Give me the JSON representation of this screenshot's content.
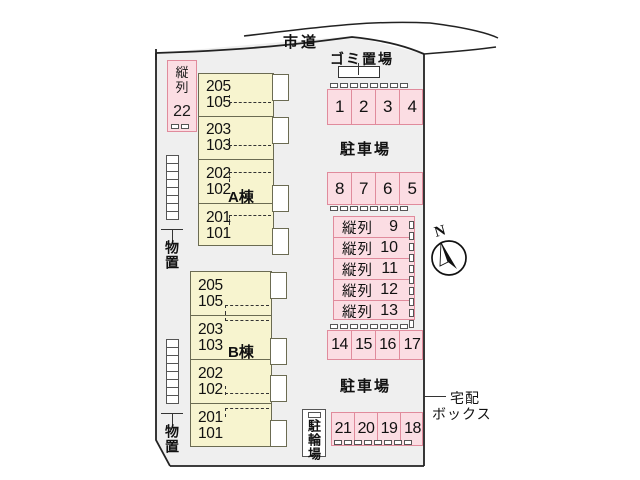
{
  "plan": {
    "title_road": "市道",
    "trash_area": "ゴミ置場",
    "compass_north": "N",
    "delivery_box": "宅配\nボックス",
    "delivery_box_line1": "宅配",
    "delivery_box_line2": "ボックス",
    "bike_parking": "駐輪場",
    "storage_label": "物置",
    "parking_label": "駐車場",
    "tandem_label": "縦列"
  },
  "buildings": [
    {
      "name": "A棟",
      "label": "A棟",
      "units": [
        {
          "upper": "205",
          "lower": "105"
        },
        {
          "upper": "203",
          "lower": "103"
        },
        {
          "upper": "202",
          "lower": "102"
        },
        {
          "upper": "201",
          "lower": "101"
        }
      ]
    },
    {
      "name": "B棟",
      "label": "B棟",
      "units": [
        {
          "upper": "205",
          "lower": "105"
        },
        {
          "upper": "203",
          "lower": "103"
        },
        {
          "upper": "202",
          "lower": "102"
        },
        {
          "upper": "201",
          "lower": "101"
        }
      ]
    }
  ],
  "parking": {
    "top_row": {
      "label": "駐車場",
      "spaces": [
        "1",
        "2",
        "3",
        "4"
      ]
    },
    "second_row": {
      "label": "駐車場",
      "spaces": [
        "8",
        "7",
        "6",
        "5"
      ]
    },
    "tandem_rows": [
      {
        "prefix": "縦列",
        "number": "9"
      },
      {
        "prefix": "縦列",
        "number": "10"
      },
      {
        "prefix": "縦列",
        "number": "11"
      },
      {
        "prefix": "縦列",
        "number": "12"
      },
      {
        "prefix": "縦列",
        "number": "13"
      }
    ],
    "third_row": {
      "spaces": [
        "14",
        "15",
        "16",
        "17"
      ]
    },
    "bottom_row": {
      "label": "駐車場",
      "spaces": [
        "21",
        "20",
        "19",
        "18"
      ]
    },
    "tandem_left": {
      "prefix_line1": "縦",
      "prefix_line2": "列",
      "number": "22"
    }
  },
  "storages": [
    {
      "label": "物置"
    },
    {
      "label": "物置"
    }
  ],
  "colors": {
    "building_fill": "#f7f4cf",
    "building_stroke": "#6b6b52",
    "parking_fill": "#fbdde3",
    "parking_stroke": "#e08b9c",
    "lot_fill": "#efefef",
    "lot_stroke": "#222222",
    "text": "#111111"
  }
}
